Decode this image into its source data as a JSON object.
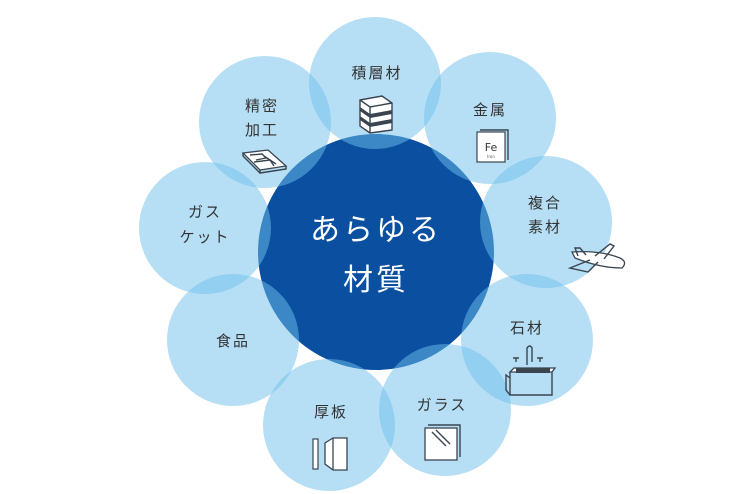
{
  "center": {
    "line1": "あらゆる",
    "line2": "材質"
  },
  "materials": [
    {
      "name": "積層材",
      "icon": "layered-block-icon"
    },
    {
      "name": "金属",
      "icon": "periodic-element-fe-icon",
      "icon_text": "Fe",
      "icon_subtext": "Iron"
    },
    {
      "line1": "複合",
      "line2": "素材",
      "icon": "airplane-icon"
    },
    {
      "name": "石材",
      "icon": "sink-icon"
    },
    {
      "name": "ガラス",
      "icon": "glass-pane-icon"
    },
    {
      "name": "厚板",
      "icon": "thick-board-ruler-icon"
    },
    {
      "name": "食品"
    },
    {
      "line1": "ガス",
      "line2": "ケット"
    },
    {
      "line1": "精密",
      "line2": "加工",
      "icon": "circuit-plate-icon"
    }
  ],
  "colors": {
    "center": "#0b4fa1",
    "petal": "#b7e2f7",
    "overlap": "#4a93d3"
  }
}
